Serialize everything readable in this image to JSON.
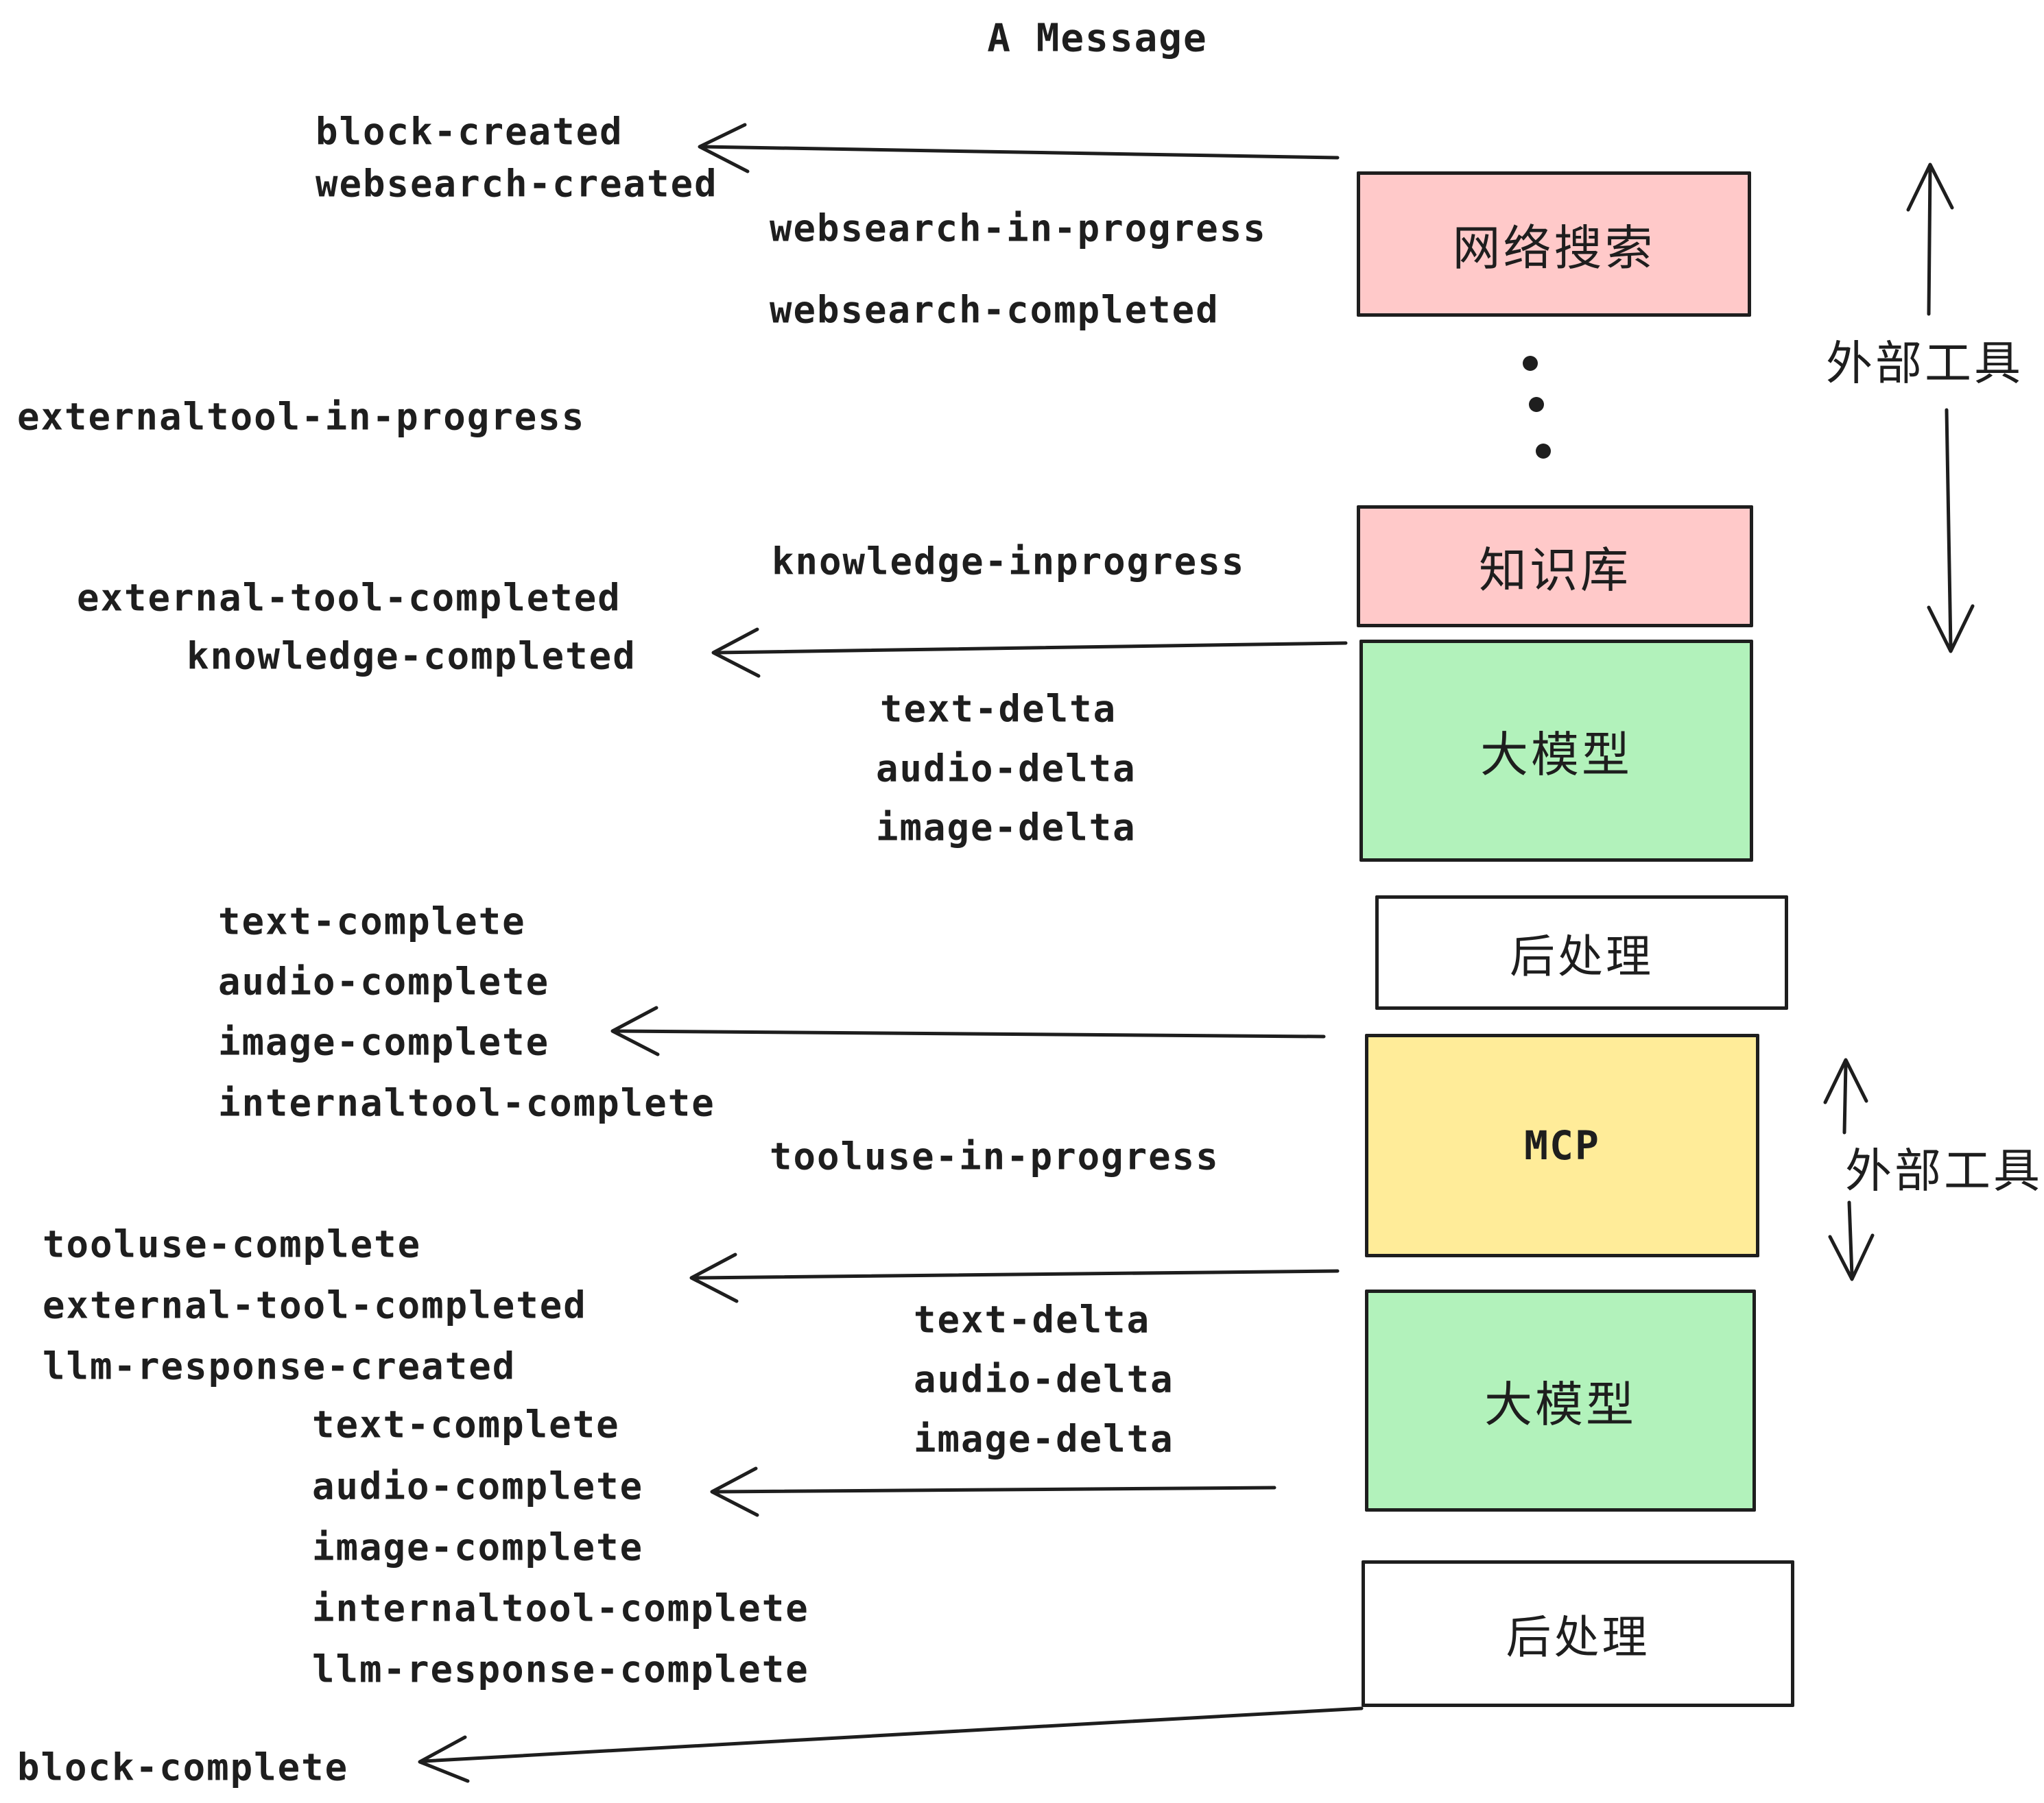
{
  "title": "A Message",
  "colors": {
    "pink": "#ffc9c9",
    "green": "#b2f2bb",
    "yellow": "#ffec99",
    "white": "#ffffff",
    "stroke": "#1e1e1e",
    "background": "#ffffff"
  },
  "boxes": {
    "websearch": {
      "label": "网络搜索"
    },
    "knowledge": {
      "label": "知识库"
    },
    "llm1": {
      "label": "大模型"
    },
    "post1": {
      "label": "后处理"
    },
    "mcp": {
      "label": "MCP"
    },
    "llm2": {
      "label": "大模型"
    },
    "post2": {
      "label": "后处理"
    }
  },
  "side_labels": {
    "external_tools_top": "外部工具",
    "external_tools_mcp": "外部工具"
  },
  "events": {
    "block_created": "block-created",
    "websearch_created": "websearch-created",
    "websearch_in_progress": "websearch-in-progress",
    "websearch_completed": "websearch-completed",
    "externaltool_in_progress": "externaltool-in-progress",
    "knowledge_inprogress": "knowledge-inprogress",
    "external_tool_completed_1": "external-tool-completed",
    "knowledge_completed": "knowledge-completed",
    "text_delta_1": "text-delta",
    "audio_delta_1": "audio-delta",
    "image_delta_1": "image-delta",
    "text_complete_1": "text-complete",
    "audio_complete_1": "audio-complete",
    "image_complete_1": "image-complete",
    "internaltool_complete_1": "internaltool-complete",
    "tooluse_in_progress": "tooluse-in-progress",
    "tooluse_complete": "tooluse-complete",
    "external_tool_completed_2": "external-tool-completed",
    "llm_response_created": "llm-response-created",
    "text_delta_2": "text-delta",
    "audio_delta_2": "audio-delta",
    "image_delta_2": "image-delta",
    "text_complete_2": "text-complete",
    "audio_complete_2": "audio-complete",
    "image_complete_2": "image-complete",
    "internaltool_complete_2": "internaltool-complete",
    "llm_response_complete": "llm-response-complete",
    "block_complete": "block-complete"
  }
}
